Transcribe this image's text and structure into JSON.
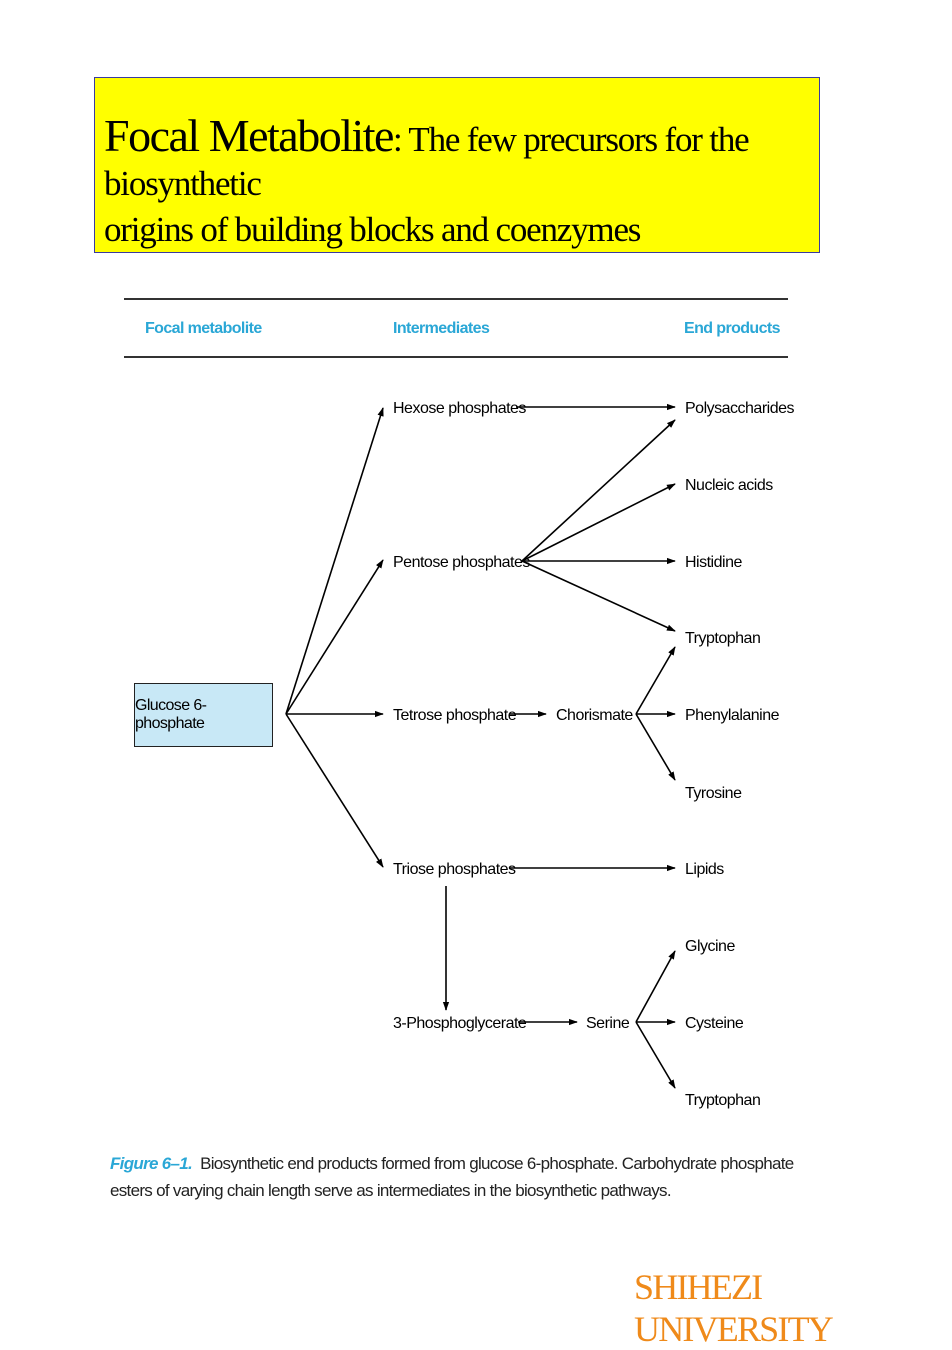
{
  "title": {
    "lead": "Focal Metabolite",
    "rest": ": The few precursors for the biosynthetic",
    "line2": "origins of building blocks and coenzymes"
  },
  "table_headers": {
    "focal": "Focal metabolite",
    "intermediates": "Intermediates",
    "end_products": "End products"
  },
  "focal_metabolite": "Glucose 6-phosphate",
  "intermediates": {
    "hexose": "Hexose phosphates",
    "pentose": "Pentose phosphates",
    "tetrose": "Tetrose phosphate",
    "chorismate": "Chorismate",
    "triose": "Triose phosphates",
    "phosphoglycerate": "3-Phosphoglycerate",
    "serine": "Serine"
  },
  "end_products": {
    "polysaccharides": "Polysaccharides",
    "nucleic_acids": "Nucleic acids",
    "histidine": "Histidine",
    "tryptophan_1": "Tryptophan",
    "phenylalanine": "Phenylalanine",
    "tyrosine": "Tyrosine",
    "lipids": "Lipids",
    "glycine": "Glycine",
    "cysteine": "Cysteine",
    "tryptophan_2": "Tryptophan"
  },
  "caption": {
    "figure_label": "Figure 6–1.",
    "text": "Biosynthetic end products formed from glucose 6-phosphate. Carbohydrate phosphate esters of varying chain length serve as intermediates in the biosynthetic pathways."
  },
  "footer": "SHIHEZI UNIVERSITY",
  "colors": {
    "title_bg": "#ffff00",
    "header_blue": "#2aa7d6",
    "focal_box": "#c8e8f6",
    "footer": "#ef8a1a"
  }
}
